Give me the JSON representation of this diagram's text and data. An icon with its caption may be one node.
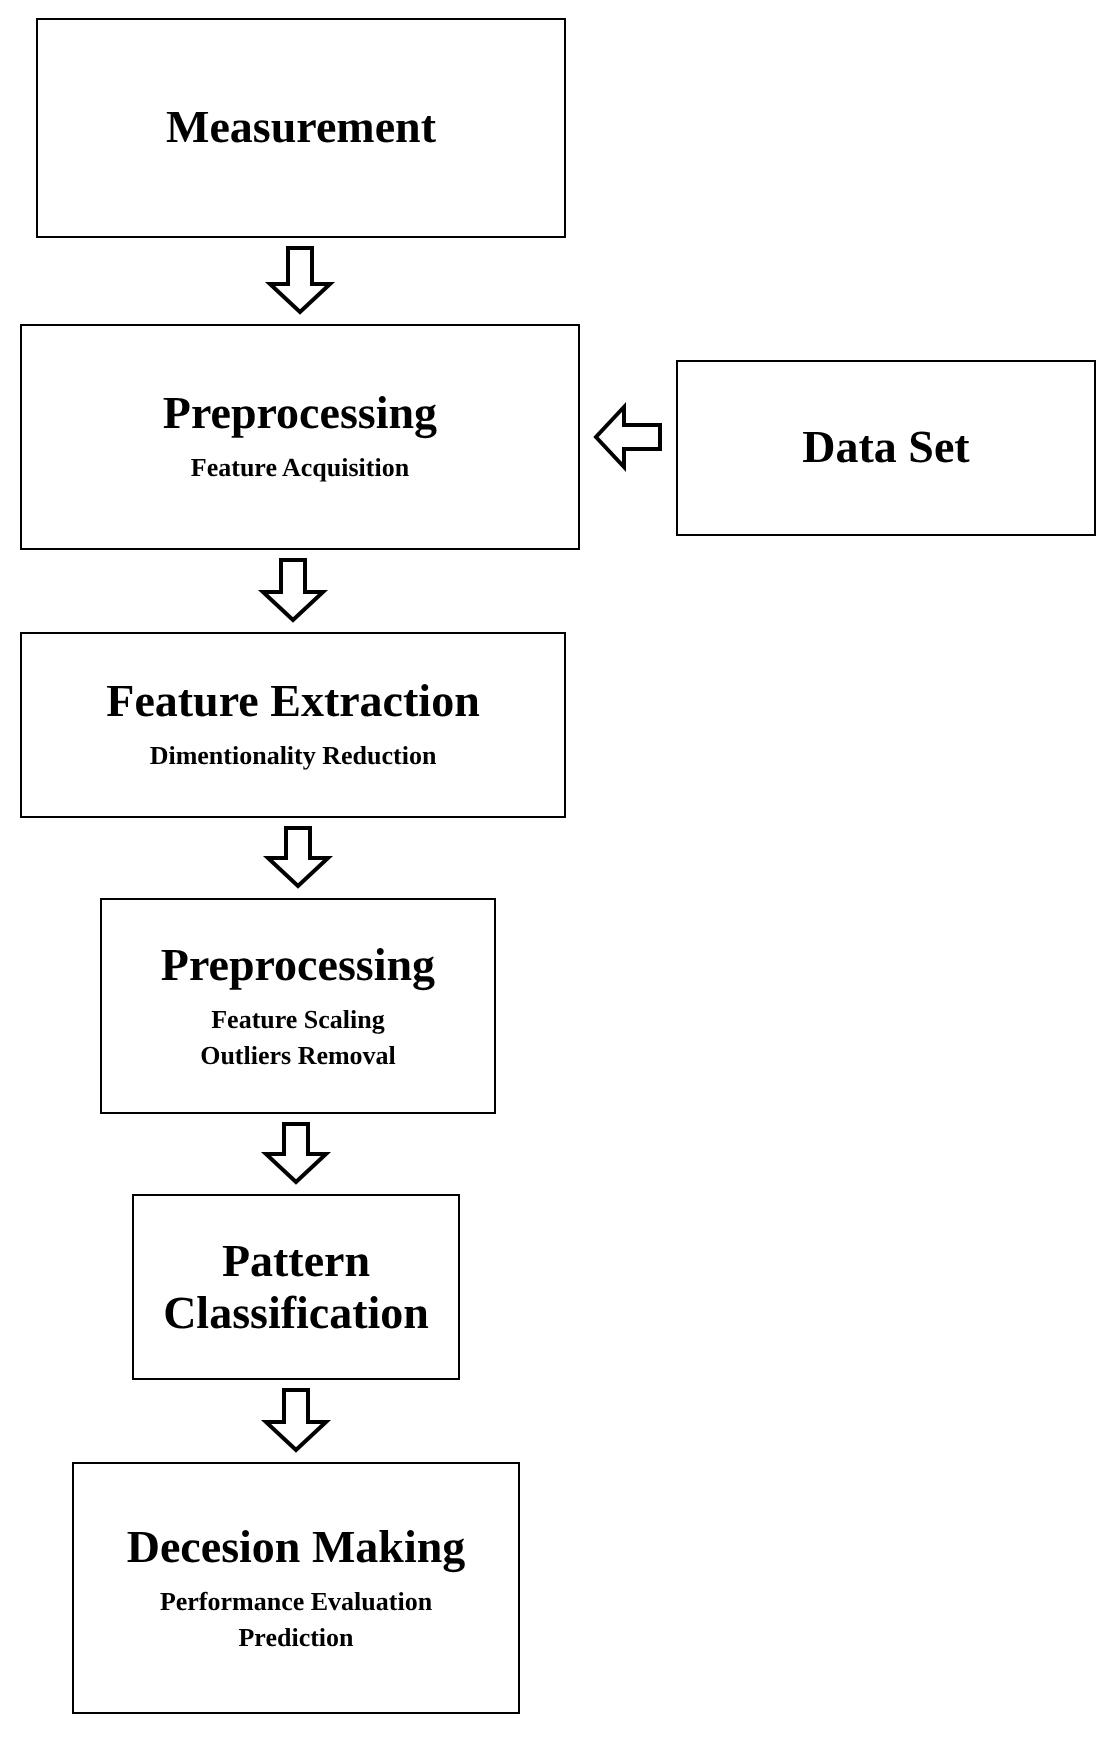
{
  "diagram": {
    "nodes": [
      {
        "text": [
          "Measurement"
        ]
      },
      {
        "text": [
          "Preprocessing",
          "Feature Acquisition"
        ]
      },
      {
        "text": [
          "Data Set"
        ]
      },
      {
        "text": [
          "Feature Extraction",
          "Dimentionality Reduction"
        ]
      },
      {
        "text": [
          "Preprocessing",
          "Feature Scaling",
          "Outliers Removal"
        ]
      },
      {
        "text": [
          "Pattern Classification"
        ]
      },
      {
        "text": [
          "Decesion Making",
          "Performance Evaluation",
          "Prediction"
        ]
      }
    ],
    "edges": [
      {
        "from": 0,
        "to": 1,
        "arrow": "to"
      },
      {
        "from": 2,
        "to": 1,
        "arrow": "to"
      },
      {
        "from": 1,
        "to": 3,
        "arrow": "to"
      },
      {
        "from": 3,
        "to": 4,
        "arrow": "to"
      },
      {
        "from": 4,
        "to": 5,
        "arrow": "to"
      },
      {
        "from": 5,
        "to": 6,
        "arrow": "to"
      }
    ]
  }
}
